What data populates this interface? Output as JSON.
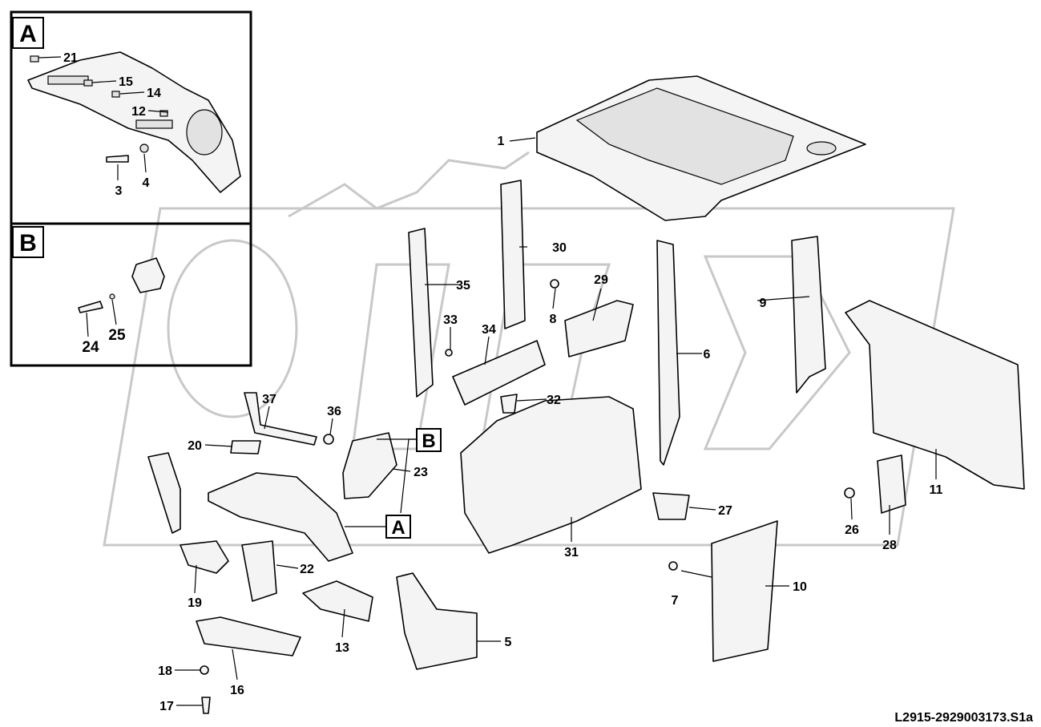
{
  "detail_views": [
    {
      "letter": "A"
    },
    {
      "letter": "B"
    }
  ],
  "callouts": {
    "c1": "1",
    "c3": "3",
    "c4": "4",
    "c5": "5",
    "c6": "6",
    "c7": "7",
    "c8": "8",
    "c9": "9",
    "c10": "10",
    "c11": "11",
    "c12": "12",
    "c13": "13",
    "c14": "14",
    "c15": "15",
    "c16": "16",
    "c17": "17",
    "c18": "18",
    "c19": "19",
    "c20": "20",
    "c21": "21",
    "c22": "22",
    "c23": "23",
    "c24": "24",
    "c25": "25",
    "c26": "26",
    "c27": "27",
    "c28": "28",
    "c29": "29",
    "c30": "30",
    "c31": "31",
    "c32": "32",
    "c33": "33",
    "c34": "34",
    "c35": "35",
    "c36": "36",
    "c37": "37"
  },
  "view_markers": {
    "a": "A",
    "b": "B"
  },
  "reference_code": "L2915-2929003173.S1a",
  "watermark": "OPEX"
}
